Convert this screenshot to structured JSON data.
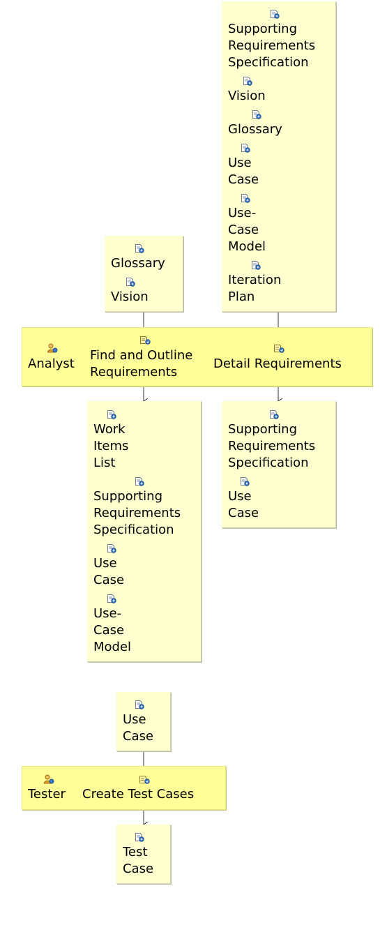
{
  "diagram": {
    "inputs_detail": {
      "items": [
        {
          "lines": [
            "Supporting",
            "Requirements",
            "Specification"
          ]
        },
        {
          "lines": [
            "Vision"
          ]
        },
        {
          "lines": [
            "Glossary"
          ]
        },
        {
          "lines": [
            "Use",
            "Case"
          ]
        },
        {
          "lines": [
            "Use-",
            "Case",
            "Model"
          ]
        },
        {
          "lines": [
            "Iteration",
            "Plan"
          ]
        }
      ]
    },
    "inputs_find": {
      "items": [
        {
          "lines": [
            "Glossary"
          ]
        },
        {
          "lines": [
            "Vision"
          ]
        }
      ]
    },
    "lane_analyst": {
      "role": "Analyst",
      "tasks": [
        {
          "lines": [
            "Find and Outline",
            "Requirements"
          ]
        },
        {
          "lines": [
            "Detail Requirements"
          ]
        }
      ]
    },
    "outputs_find": {
      "items": [
        {
          "lines": [
            "Work",
            "Items",
            "List"
          ]
        },
        {
          "lines": [
            "Supporting",
            "Requirements",
            "Specification"
          ]
        },
        {
          "lines": [
            "Use",
            "Case"
          ]
        },
        {
          "lines": [
            "Use-",
            "Case",
            "Model"
          ]
        }
      ]
    },
    "outputs_detail": {
      "items": [
        {
          "lines": [
            "Supporting",
            "Requirements",
            "Specification"
          ]
        },
        {
          "lines": [
            "Use",
            "Case"
          ]
        }
      ]
    },
    "inputs_test": {
      "items": [
        {
          "lines": [
            "Use",
            "Case"
          ]
        }
      ]
    },
    "lane_tester": {
      "role": "Tester",
      "tasks": [
        {
          "lines": [
            "Create Test Cases"
          ]
        }
      ]
    },
    "outputs_test": {
      "items": [
        {
          "lines": [
            "Test",
            "Case"
          ]
        }
      ]
    }
  }
}
